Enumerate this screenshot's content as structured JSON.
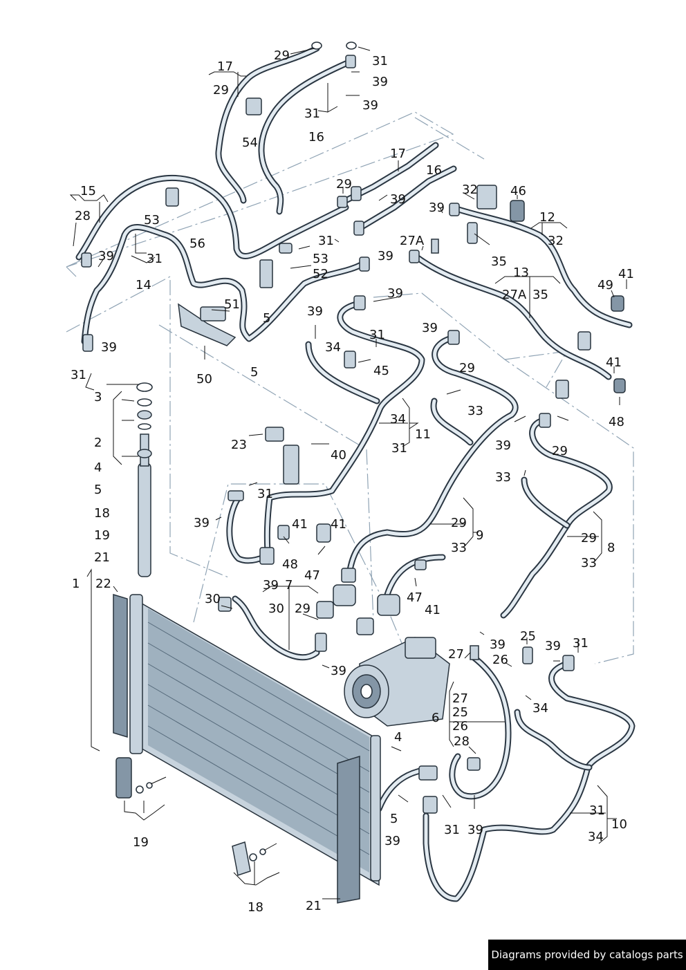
{
  "attribution": "Diagrams provided by catalogs parts",
  "labels": [
    {
      "id": "l-29-a",
      "text": "29"
    },
    {
      "id": "l-31-a",
      "text": "31"
    },
    {
      "id": "l-17-a",
      "text": "17"
    },
    {
      "id": "l-29-b",
      "text": "29"
    },
    {
      "id": "l-39-a",
      "text": "39"
    },
    {
      "id": "l-39-b",
      "text": "39"
    },
    {
      "id": "l-31-b",
      "text": "31"
    },
    {
      "id": "l-54",
      "text": "54"
    },
    {
      "id": "l-16-a",
      "text": "16"
    },
    {
      "id": "l-17-b",
      "text": "17"
    },
    {
      "id": "l-16-b",
      "text": "16"
    },
    {
      "id": "l-15",
      "text": "15"
    },
    {
      "id": "l-29-c",
      "text": "29"
    },
    {
      "id": "l-32-a",
      "text": "32"
    },
    {
      "id": "l-46",
      "text": "46"
    },
    {
      "id": "l-28-a",
      "text": "28"
    },
    {
      "id": "l-53-a",
      "text": "53"
    },
    {
      "id": "l-39-c",
      "text": "39"
    },
    {
      "id": "l-39-d",
      "text": "39"
    },
    {
      "id": "l-12",
      "text": "12"
    },
    {
      "id": "l-56",
      "text": "56"
    },
    {
      "id": "l-32-b",
      "text": "32"
    },
    {
      "id": "l-31-c",
      "text": "31"
    },
    {
      "id": "l-27A-a",
      "text": "27A"
    },
    {
      "id": "l-39-e",
      "text": "39"
    },
    {
      "id": "l-31-d",
      "text": "31"
    },
    {
      "id": "l-53-b",
      "text": "53"
    },
    {
      "id": "l-35-a",
      "text": "35"
    },
    {
      "id": "l-39-f",
      "text": "39"
    },
    {
      "id": "l-52",
      "text": "52"
    },
    {
      "id": "l-13",
      "text": "13"
    },
    {
      "id": "l-41-a",
      "text": "41"
    },
    {
      "id": "l-14",
      "text": "14"
    },
    {
      "id": "l-49",
      "text": "49"
    },
    {
      "id": "l-39-g",
      "text": "39"
    },
    {
      "id": "l-27A-b",
      "text": "27A"
    },
    {
      "id": "l-35-b",
      "text": "35"
    },
    {
      "id": "l-51",
      "text": "51"
    },
    {
      "id": "l-39-h",
      "text": "39"
    },
    {
      "id": "l-5-a",
      "text": "5"
    },
    {
      "id": "l-39-i",
      "text": "39"
    },
    {
      "id": "l-31-e",
      "text": "31"
    },
    {
      "id": "l-34-a",
      "text": "34"
    },
    {
      "id": "l-39-j",
      "text": "39"
    },
    {
      "id": "l-45",
      "text": "45"
    },
    {
      "id": "l-29-d",
      "text": "29"
    },
    {
      "id": "l-41-b",
      "text": "41"
    },
    {
      "id": "l-31-f",
      "text": "31"
    },
    {
      "id": "l-50",
      "text": "50"
    },
    {
      "id": "l-5-b",
      "text": "5"
    },
    {
      "id": "l-3",
      "text": "3"
    },
    {
      "id": "l-33-a",
      "text": "33"
    },
    {
      "id": "l-48-a",
      "text": "48"
    },
    {
      "id": "l-2",
      "text": "2"
    },
    {
      "id": "l-34-b",
      "text": "34"
    },
    {
      "id": "l-11",
      "text": "11"
    },
    {
      "id": "l-23",
      "text": "23"
    },
    {
      "id": "l-39-k",
      "text": "39"
    },
    {
      "id": "l-31-g",
      "text": "31"
    },
    {
      "id": "l-40",
      "text": "40"
    },
    {
      "id": "l-29-e",
      "text": "29"
    },
    {
      "id": "l-4-a",
      "text": "4"
    },
    {
      "id": "l-33-b",
      "text": "33"
    },
    {
      "id": "l-5-c",
      "text": "5"
    },
    {
      "id": "l-31-h",
      "text": "31"
    },
    {
      "id": "l-18-a",
      "text": "18"
    },
    {
      "id": "l-39-l",
      "text": "39"
    },
    {
      "id": "l-41-c",
      "text": "41"
    },
    {
      "id": "l-41-d",
      "text": "41"
    },
    {
      "id": "l-29-f",
      "text": "29"
    },
    {
      "id": "l-19-a",
      "text": "19"
    },
    {
      "id": "l-9",
      "text": "9"
    },
    {
      "id": "l-29-g",
      "text": "29"
    },
    {
      "id": "l-21-a",
      "text": "21"
    },
    {
      "id": "l-48-b",
      "text": "48"
    },
    {
      "id": "l-33-c",
      "text": "33"
    },
    {
      "id": "l-8",
      "text": "8"
    },
    {
      "id": "l-33-d",
      "text": "33"
    },
    {
      "id": "l-47-a",
      "text": "47"
    },
    {
      "id": "l-1",
      "text": "1"
    },
    {
      "id": "l-22",
      "text": "22"
    },
    {
      "id": "l-39-m",
      "text": "39"
    },
    {
      "id": "l-7",
      "text": "7"
    },
    {
      "id": "l-47-b",
      "text": "47"
    },
    {
      "id": "l-30-a",
      "text": "30"
    },
    {
      "id": "l-30-b",
      "text": "30"
    },
    {
      "id": "l-29-h",
      "text": "29"
    },
    {
      "id": "l-41-e",
      "text": "41"
    },
    {
      "id": "l-39-n",
      "text": "39"
    },
    {
      "id": "l-25-a",
      "text": "25"
    },
    {
      "id": "l-27-a",
      "text": "27"
    },
    {
      "id": "l-39-o",
      "text": "39"
    },
    {
      "id": "l-31-i",
      "text": "31"
    },
    {
      "id": "l-26-a",
      "text": "26"
    },
    {
      "id": "l-39-p",
      "text": "39"
    },
    {
      "id": "l-34-c",
      "text": "34"
    },
    {
      "id": "l-27-b",
      "text": "27"
    },
    {
      "id": "l-6",
      "text": "6"
    },
    {
      "id": "l-25-b",
      "text": "25"
    },
    {
      "id": "l-26-b",
      "text": "26"
    },
    {
      "id": "l-4-b",
      "text": "4"
    },
    {
      "id": "l-28-b",
      "text": "28"
    },
    {
      "id": "l-5-d",
      "text": "5"
    },
    {
      "id": "l-31-j",
      "text": "31"
    },
    {
      "id": "l-39-q",
      "text": "39"
    },
    {
      "id": "l-31-k",
      "text": "31"
    },
    {
      "id": "l-10",
      "text": "10"
    },
    {
      "id": "l-19-b",
      "text": "19"
    },
    {
      "id": "l-39-r",
      "text": "39"
    },
    {
      "id": "l-34-d",
      "text": "34"
    },
    {
      "id": "l-18-b",
      "text": "18"
    },
    {
      "id": "l-21-b",
      "text": "21"
    }
  ]
}
